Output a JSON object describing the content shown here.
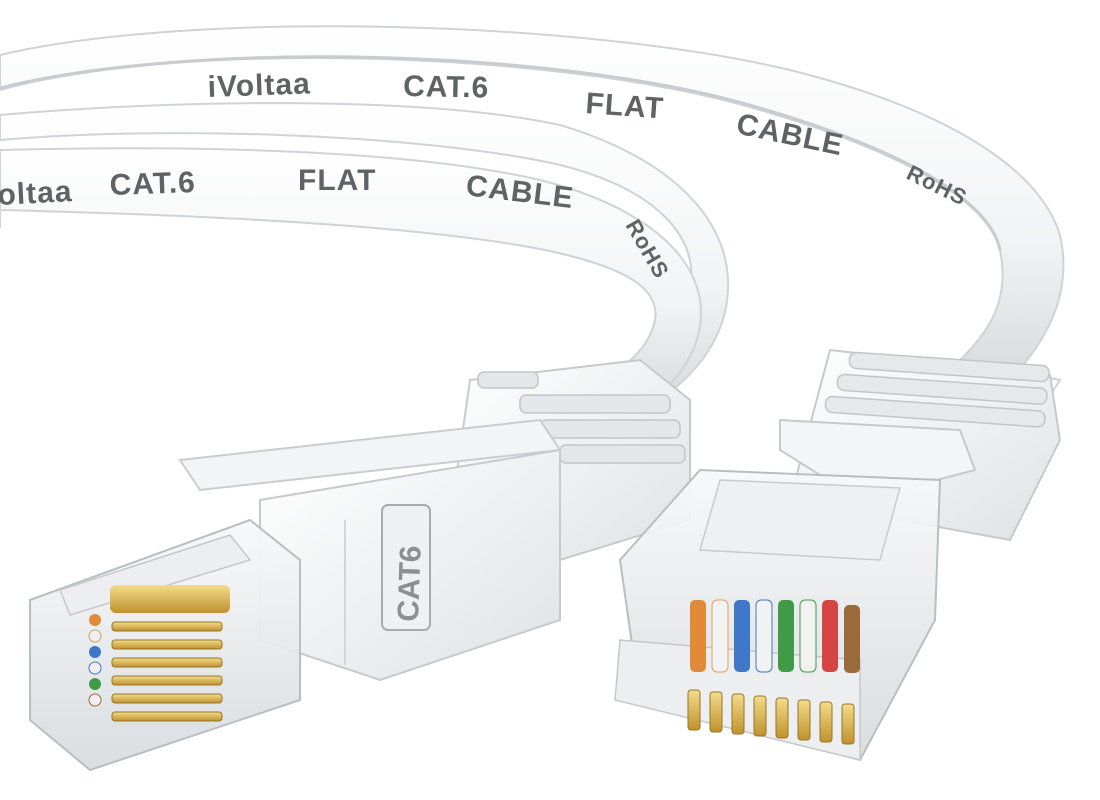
{
  "product": {
    "back_cable_print": [
      "iVoltaa",
      "CAT.6",
      "FLAT",
      "CABLE",
      "RoHS"
    ],
    "front_cable_print": [
      "oltaa",
      "CAT.6",
      "FLAT",
      "CABLE",
      "RoHS"
    ],
    "boot_label": "CAT6"
  },
  "colors": {
    "background": "#ffffff",
    "cable": "#f4f5f6",
    "cable_shadow": "#d9dcde",
    "print": "#5f6366",
    "gold_contacts": "#d8b24a",
    "wire_blue": "#3f78c8",
    "wire_green": "#3f9b45",
    "wire_orange": "#e08a3a",
    "wire_brown": "#9a6a3c",
    "wire_red": "#d64545"
  }
}
